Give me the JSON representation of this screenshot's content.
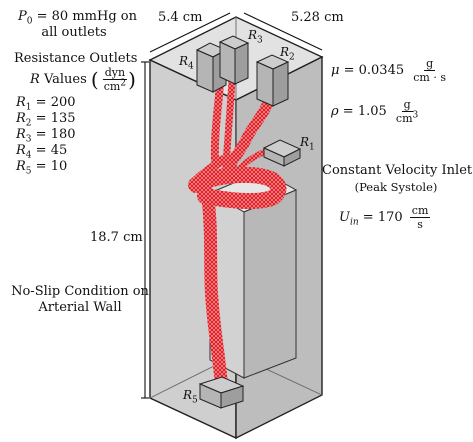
{
  "outlet_pressure": {
    "symbol": "P",
    "subscript": "0",
    "value": "= 80 mmHg on",
    "line2": "all outlets"
  },
  "resistance": {
    "title": "Resistance Outlets",
    "r_label": "R",
    "values_label": "Values",
    "unit_num": "dyn",
    "unit_den": "cm",
    "unit_den_exp": "2",
    "items": [
      {
        "name": "R",
        "sub": "1",
        "value": "= 200"
      },
      {
        "name": "R",
        "sub": "2",
        "value": "= 135"
      },
      {
        "name": "R",
        "sub": "3",
        "value": "= 180"
      },
      {
        "name": "R",
        "sub": "4",
        "value": "= 45"
      },
      {
        "name": "R",
        "sub": "5",
        "value": "= 10"
      }
    ]
  },
  "dimensions": {
    "width_top": "5.4 cm",
    "depth_top": "5.28 cm",
    "height": "18.7 cm"
  },
  "viscosity": {
    "symbol": "μ",
    "value": "= 0.0345",
    "unit_num": "g",
    "unit_den": "cm · s"
  },
  "density": {
    "symbol": "ρ",
    "value": "= 1.05",
    "unit_num": "g",
    "unit_den": "cm",
    "unit_den_exp": "3"
  },
  "inlet": {
    "title": "Constant Velocity Inlet",
    "subtitle": "(Peak Systole)",
    "symbol": "U",
    "subscript": "in",
    "value": "= 170",
    "unit_num": "cm",
    "unit_den": "s"
  },
  "wall": {
    "line1": "No-Slip Condition on",
    "line2": "Arterial Wall"
  },
  "outlet_labels": [
    {
      "name": "R",
      "sub": "1"
    },
    {
      "name": "R",
      "sub": "2"
    },
    {
      "name": "R",
      "sub": "3"
    },
    {
      "name": "R",
      "sub": "4"
    },
    {
      "name": "R",
      "sub": "5"
    }
  ],
  "colors": {
    "artery": "#e0141c",
    "box_fill": "#d6d6d6",
    "box_edge": "#222222"
  }
}
